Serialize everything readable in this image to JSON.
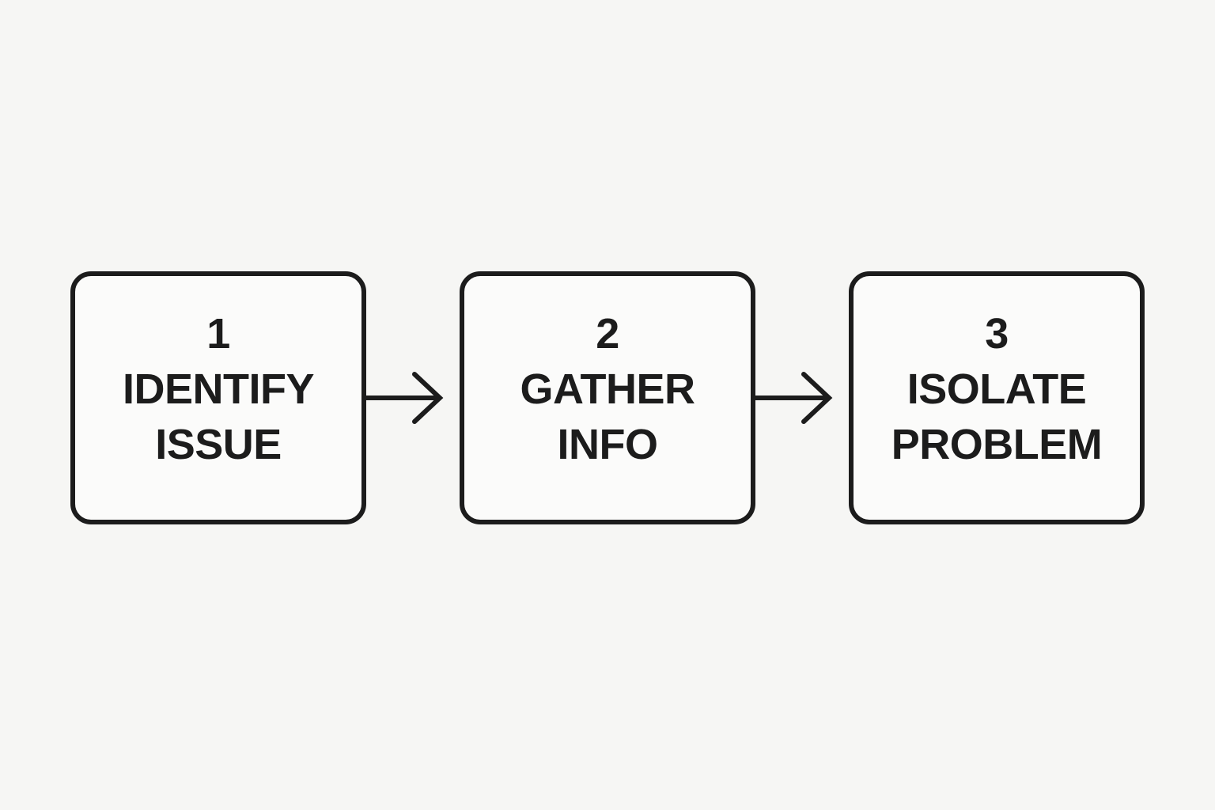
{
  "page": {
    "background_color": "#f6f6f4",
    "ink_color": "#1c1c1c",
    "box_fill_color": "#fbfbfa"
  },
  "flowchart": {
    "steps": [
      {
        "number": "1",
        "line1": "IDENTIFY",
        "line2": "ISSUE"
      },
      {
        "number": "2",
        "line1": "GATHER",
        "line2": "INFO"
      },
      {
        "number": "3",
        "line1": "ISOLATE",
        "line2": "PROBLEM"
      }
    ],
    "connector": "arrow-right"
  }
}
